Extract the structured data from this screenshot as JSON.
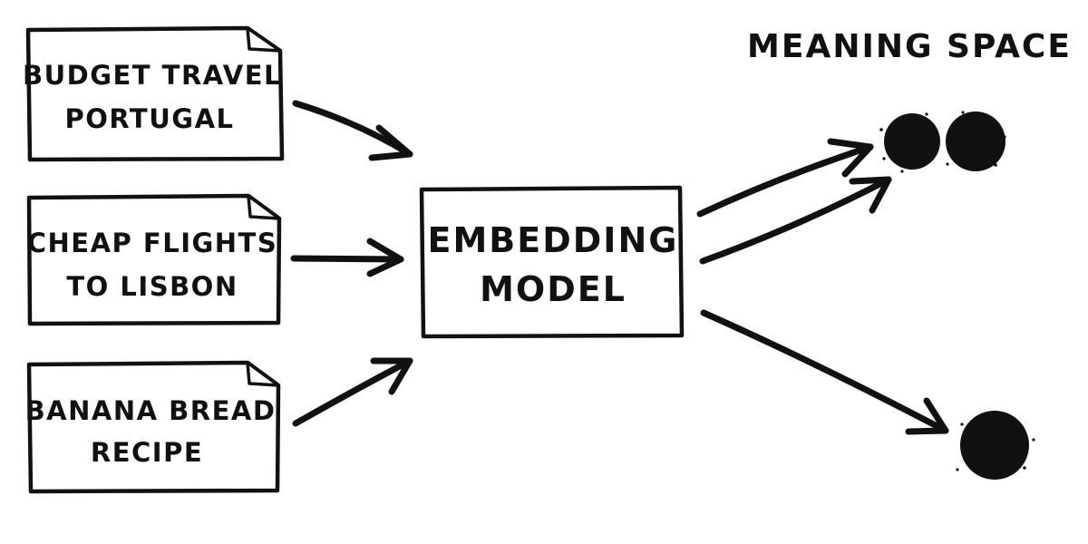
{
  "documents": [
    {
      "line1": "BUDGET TRAVEL",
      "line2": "PORTUGAL"
    },
    {
      "line1": "CHEAP FLIGHTS",
      "line2": "TO LISBON"
    },
    {
      "line1": "BANANA BREAD",
      "line2": "RECIPE"
    }
  ],
  "model": {
    "line1": "EMBEDDING",
    "line2": "MODEL"
  },
  "space": {
    "title": "MEANING SPACE"
  },
  "colors": {
    "ink": "#111111",
    "background": "#ffffff"
  }
}
